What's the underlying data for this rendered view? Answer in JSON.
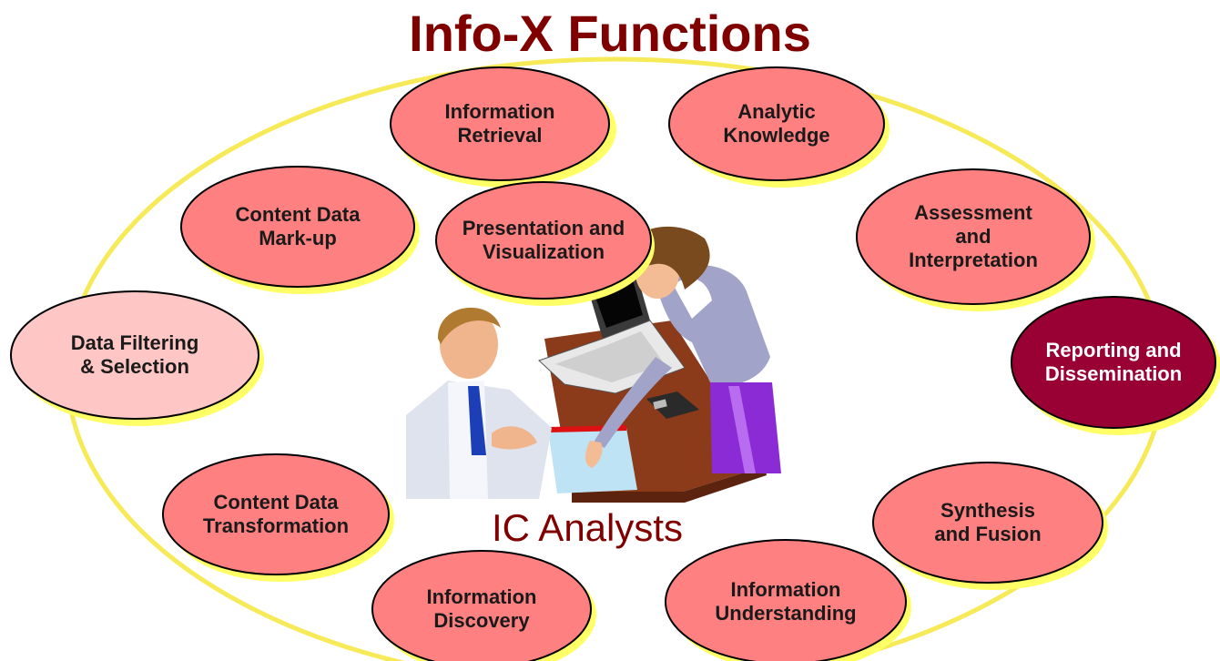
{
  "title": "Info-X Functions",
  "center_label": "IC Analysts",
  "colors": {
    "title": "#800000",
    "ring": "#ffff99",
    "ring_stroke": "#f2e34a",
    "node_fill": "#ff8080",
    "node_fill_light": "#ffc6c6",
    "node_fill_dark": "#990033",
    "node_shadow": "#ffff66"
  },
  "nodes": {
    "info_retrieval": "Information\nRetrieval",
    "analytic_knowledge": "Analytic\nKnowledge",
    "content_markup": "Content Data\nMark-up",
    "presentation": "Presentation and\nVisualization",
    "assessment": "Assessment\nand\nInterpretation",
    "data_filtering": "Data Filtering\n& Selection",
    "reporting": "Reporting and\nDissemination",
    "content_transformation": "Content Data\nTransformation",
    "synthesis": "Synthesis\nand Fusion",
    "info_discovery": "Information\nDiscovery",
    "info_understanding": "Information\nUnderstanding"
  }
}
